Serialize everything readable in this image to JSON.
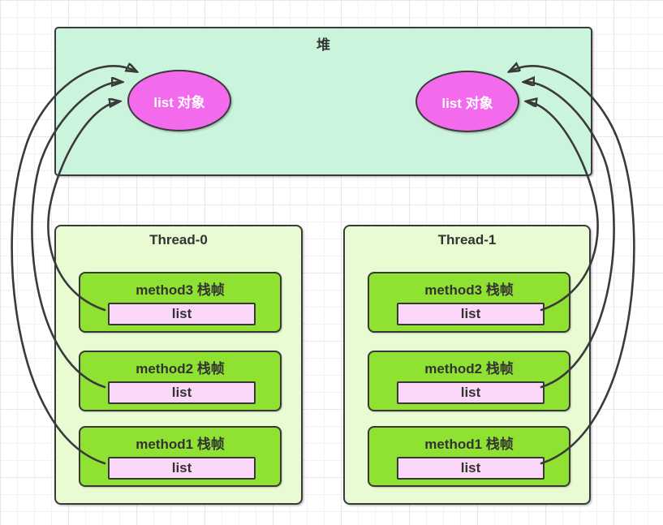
{
  "diagram": {
    "heap": {
      "title": "堆",
      "objects": [
        {
          "label": "list 对象"
        },
        {
          "label": "list 对象"
        }
      ]
    },
    "threads": [
      {
        "title": "Thread-0",
        "frames": [
          {
            "label": "method3 栈帧",
            "variable": "list"
          },
          {
            "label": "method2 栈帧",
            "variable": "list"
          },
          {
            "label": "method1 栈帧",
            "variable": "list"
          }
        ]
      },
      {
        "title": "Thread-1",
        "frames": [
          {
            "label": "method3 栈帧",
            "variable": "list"
          },
          {
            "label": "method2 栈帧",
            "variable": "list"
          },
          {
            "label": "method1 栈帧",
            "variable": "list"
          }
        ]
      }
    ],
    "colors": {
      "heap_fill": "#cbf4dd",
      "thread_fill": "#e9fbd3",
      "frame_fill": "#8fe132",
      "variable_fill": "#fbd7f9",
      "object_fill": "#f46aec",
      "border": "#3a3a3a",
      "arrow": "#3a3a3a",
      "text_dark": "#333333",
      "text_light": "#ffffff",
      "grid_line": "#f3f1f6"
    }
  }
}
